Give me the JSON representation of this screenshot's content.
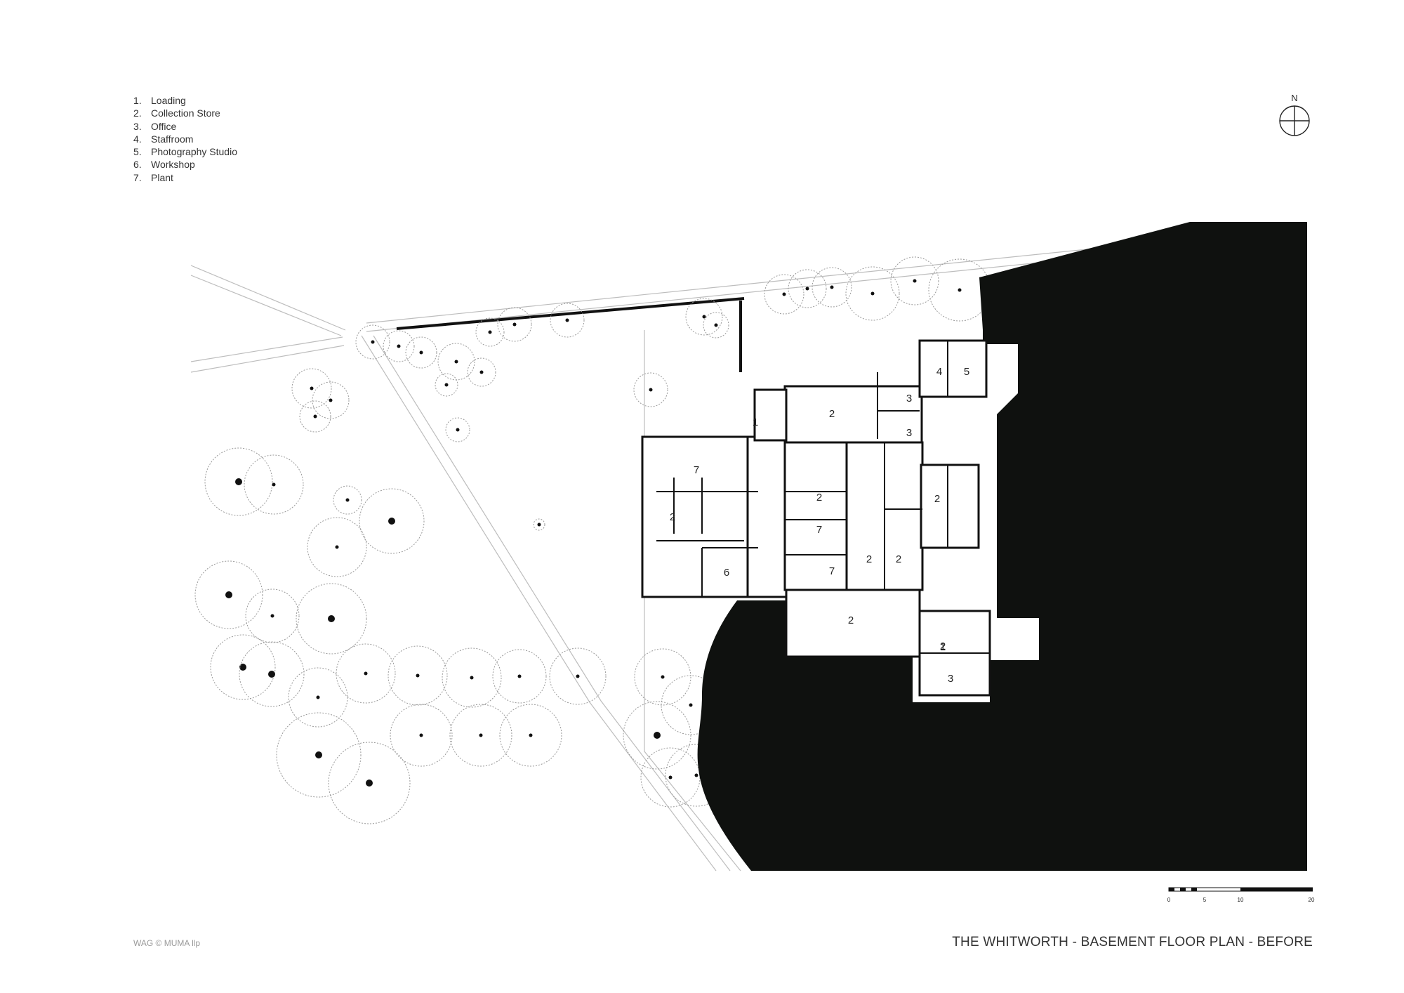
{
  "legend": [
    {
      "num": "1.",
      "label": "Loading"
    },
    {
      "num": "2.",
      "label": "Collection Store"
    },
    {
      "num": "3.",
      "label": "Office"
    },
    {
      "num": "4.",
      "label": "Staffroom"
    },
    {
      "num": "5.",
      "label": "Photography Studio"
    },
    {
      "num": "6.",
      "label": "Workshop"
    },
    {
      "num": "7.",
      "label": "Plant"
    }
  ],
  "north_label": "N",
  "scale": {
    "labels": [
      "0",
      "5",
      "10",
      "20"
    ]
  },
  "room_numbers": [
    "1",
    "2",
    "3",
    "3",
    "4",
    "5",
    "7",
    "2",
    "6",
    "2",
    "2",
    "7",
    "2",
    "2",
    "7",
    "2",
    "2",
    "1",
    "3"
  ],
  "credit": "WAG  © MUMA llp",
  "title": "THE WHITWORTH - BASEMENT FLOOR PLAN - BEFORE",
  "colors": {
    "ink": "#0f110f",
    "line": "#bdbdbd",
    "text": "#333333"
  }
}
